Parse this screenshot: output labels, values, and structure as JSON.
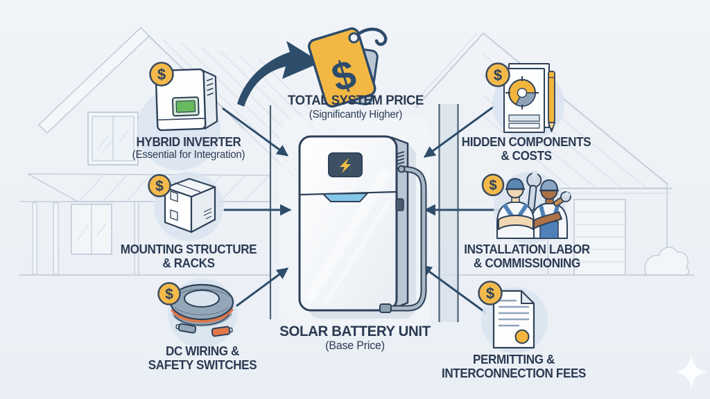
{
  "colors": {
    "background": "#EDF1F6",
    "outline_navy": "#2D4058",
    "text_navy": "#2B3A52",
    "arrow_blue": "#2E4D6B",
    "accent_yellow": "#F3B844",
    "accent_lightblue": "#85C7E8",
    "coil_orange": "#E0784A",
    "overall_blue": "#4F81B8",
    "screen_green": "#68BA5E"
  },
  "icons": {
    "dollar_sign": "$"
  },
  "center": {
    "price_tag": {
      "title": "TOTAL SYSTEM PRICE",
      "subtitle": "(Significantly Higher)"
    },
    "battery": {
      "title": "SOLAR BATTERY UNIT",
      "subtitle": "(Base Price)"
    }
  },
  "left_items": [
    {
      "title": "HYBRID INVERTER",
      "subtitle": "(Essential for Integration)"
    },
    {
      "title": "MOUNTING STRUCTURE",
      "title_line2": "& RACKS"
    },
    {
      "title": "DC WIRING &",
      "title_line2": "SAFETY SWITCHES"
    }
  ],
  "right_items": [
    {
      "title": "HIDDEN COMPONENTS",
      "title_line2": "& COSTS"
    },
    {
      "title": "INSTALLATION LABOR",
      "title_line2": "& COMMISSIONING"
    },
    {
      "title": "PERMITTING &",
      "title_line2": "INTERCONNECTION FEES"
    }
  ]
}
